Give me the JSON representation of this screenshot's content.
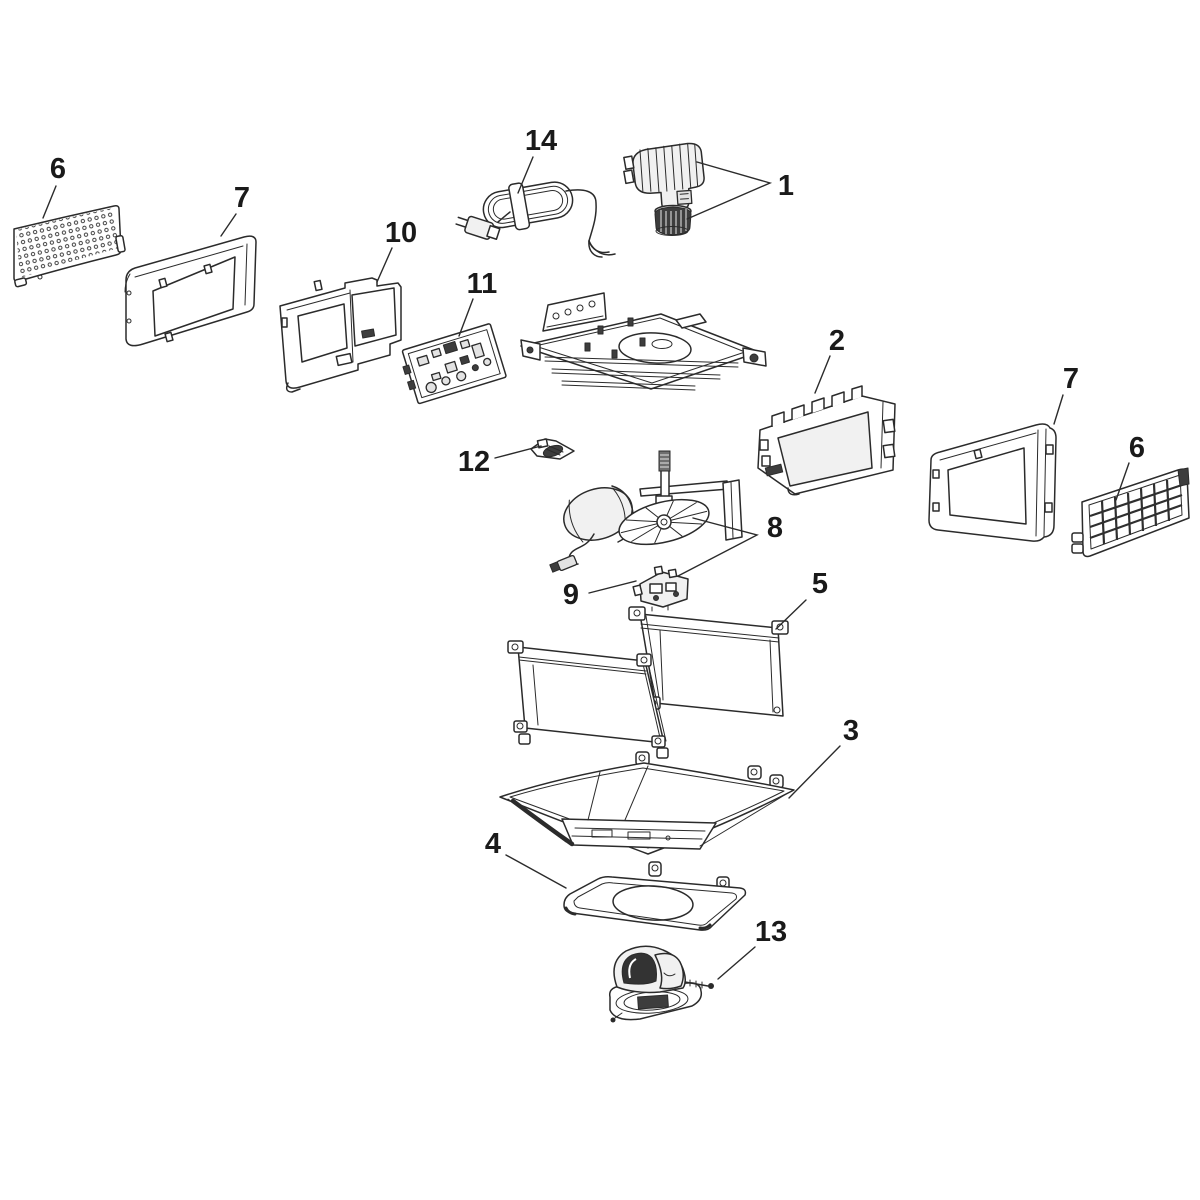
{
  "figure": {
    "kind": "exploded-parts-diagram",
    "background_color": "#ffffff",
    "line_color": "#2b2b2b",
    "label_color": "#1a1a1a",
    "callouts": [
      {
        "label": "6",
        "part": "perforated-grille-left"
      },
      {
        "label": "7",
        "part": "curved-side-panel-left"
      },
      {
        "label": "10",
        "part": "housing-bracket-left"
      },
      {
        "label": "11",
        "part": "circuit-board"
      },
      {
        "label": "14",
        "part": "power-cord-assembly"
      },
      {
        "label": "1",
        "part": "blower-wheel-set"
      },
      {
        "label": "2",
        "part": "housing-bracket-right"
      },
      {
        "label": "7",
        "part": "curved-side-panel-right"
      },
      {
        "label": "6",
        "part": "lattice-grille-right"
      },
      {
        "label": "12",
        "part": "mounting-clip"
      },
      {
        "label": "8",
        "part": "motor-and-fan-assembly"
      },
      {
        "label": "9",
        "part": "switch-block"
      },
      {
        "label": "5",
        "part": "damper-plates"
      },
      {
        "label": "3",
        "part": "housing-pan"
      },
      {
        "label": "4",
        "part": "trim-frame"
      },
      {
        "label": "13",
        "part": "duct-connector-assembly"
      }
    ]
  }
}
